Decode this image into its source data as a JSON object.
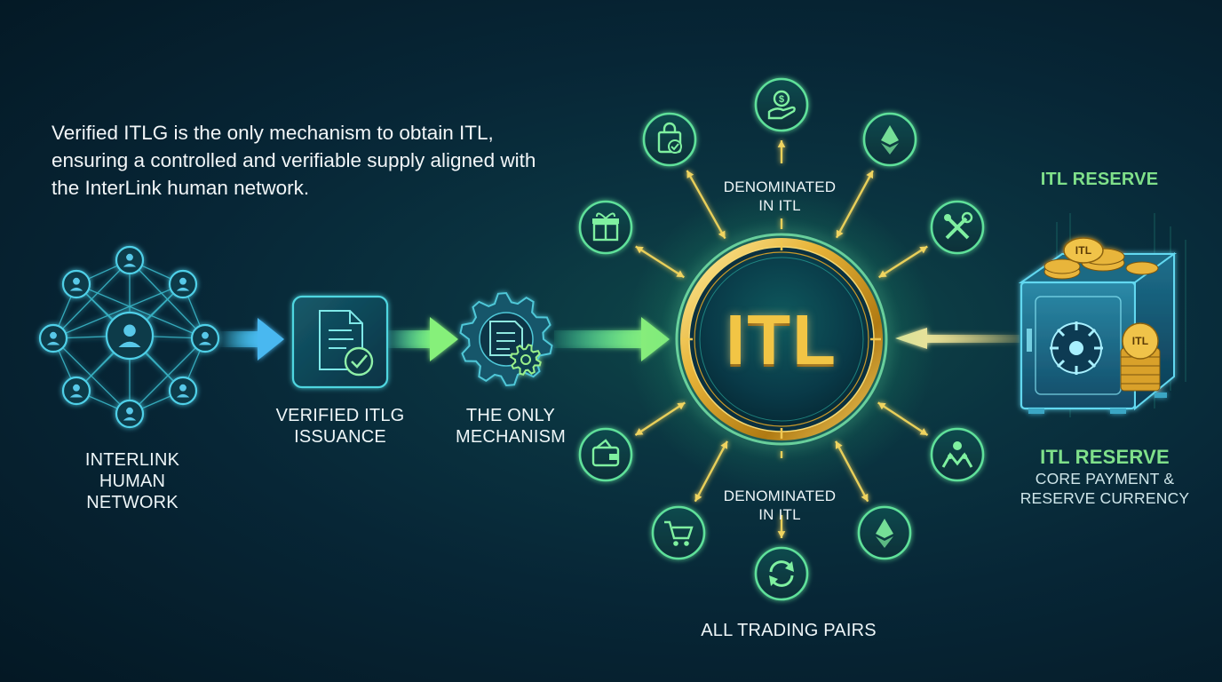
{
  "intro": "Verified ITLG is the only mechanism to obtain ITL, ensuring a controlled and verifiable supply aligned with the InterLink human network.",
  "network": {
    "line1": "INTERLINK",
    "line2": "HUMAN NETWORK"
  },
  "issuance": {
    "line1": "VERIFIED ITLG",
    "line2": "ISSUANCE"
  },
  "mechanism": {
    "line1": "THE ONLY",
    "line2": "MECHANISM"
  },
  "coin": {
    "label": "ITL"
  },
  "denominated_top": {
    "line1": "DENOMINATED",
    "line2": "IN ITL"
  },
  "denominated_bottom": {
    "line1": "DENOMINATED",
    "line2": "IN ITL"
  },
  "trading_pairs": "ALL TRADING PAIRS",
  "reserve": {
    "top_label": "ITL RESERVE",
    "title": "ITL RESERVE",
    "sub1": "CORE PAYMENT &",
    "sub2": "RESERVE CURRENCY",
    "coin_label": "ITL"
  },
  "satellites": [
    {
      "icon": "dollar-hand-icon"
    },
    {
      "icon": "ethereum-icon"
    },
    {
      "icon": "tools-icon"
    },
    {
      "icon": "network-people-icon"
    },
    {
      "icon": "ethereum-icon"
    },
    {
      "icon": "exchange-icon"
    },
    {
      "icon": "shopping-cart-icon"
    },
    {
      "icon": "wallet-icon"
    },
    {
      "icon": "gift-icon"
    },
    {
      "icon": "shopping-bag-icon"
    }
  ],
  "colors": {
    "accent_green": "#6fe08a",
    "accent_cyan": "#3fc6e8",
    "gold": "#e8b53a",
    "background": "#062030"
  }
}
